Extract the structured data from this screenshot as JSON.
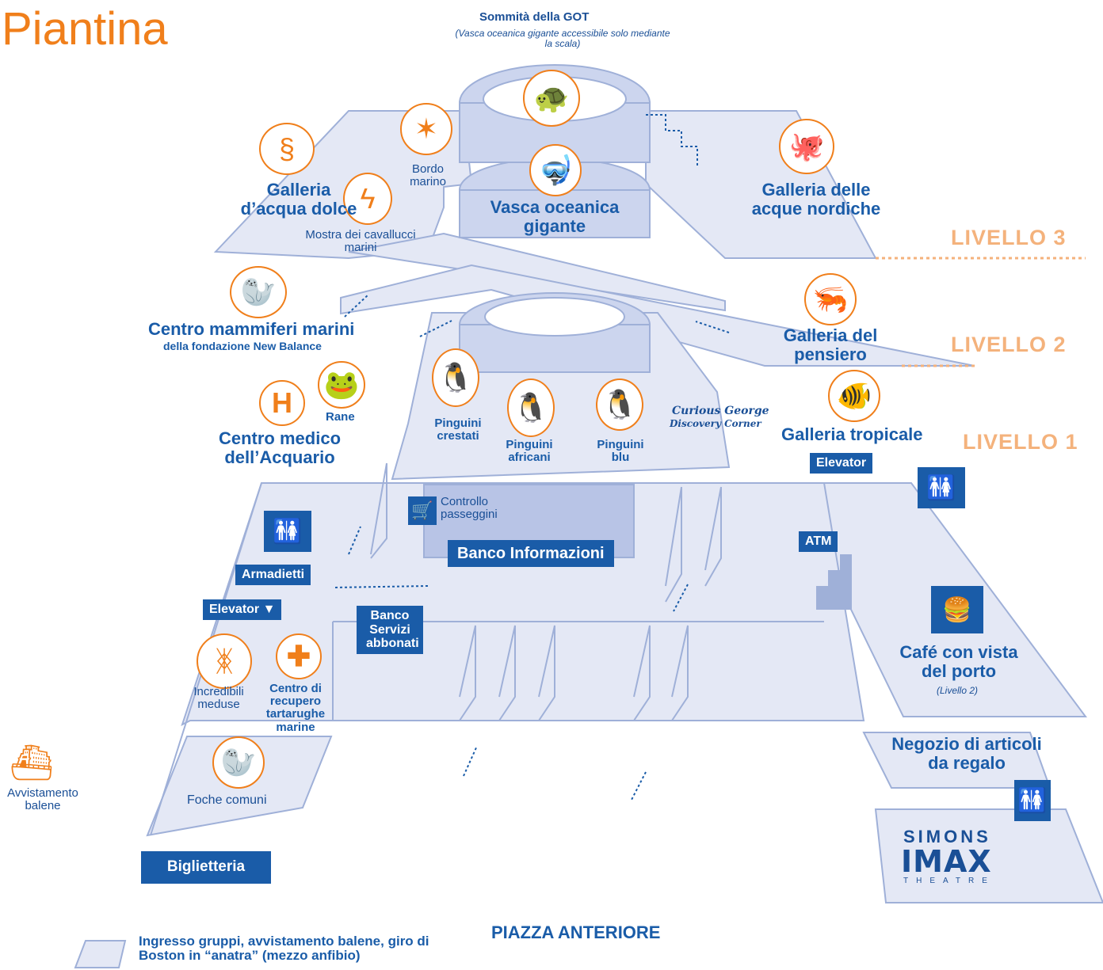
{
  "title": "Piantina",
  "levels": [
    "LIVELLO 3",
    "LIVELLO 2",
    "LIVELLO 1"
  ],
  "labels": {
    "got_top": "Sommità della GOT",
    "got_top_note": "(Vasca oceanica gigante accessibile solo mediante la scala)",
    "bordo_marino": "Bordo marino",
    "galleria_acqua_dolce": "Galleria d’acqua dolce",
    "vasca_oceanica": "Vasca oceanica gigante",
    "galleria_acque_nordiche": "Galleria delle acque nordiche",
    "cavallucci": "Mostra dei cavallucci marini",
    "mammiferi": "Centro mammiferi marini",
    "mammiferi_sub": "della fondazione New Balance",
    "galleria_pensiero": "Galleria del pensiero",
    "rane": "Rane",
    "centro_medico": "Centro medico dell’Acquario",
    "pinguini_crestati": "Pinguini crestati",
    "pinguini_africani": "Pinguini africani",
    "pinguini_blu": "Pinguini blu",
    "curious_george": "Curious George",
    "discovery_corner": "Discovery Corner",
    "galleria_tropicale": "Galleria tropicale",
    "controllo_passeggini": "Controllo passeggini",
    "banco_informazioni": "Banco Informazioni",
    "armadietti": "Armadietti",
    "elevator": "Elevator",
    "elevator_down": "Elevator ▼",
    "atm": "ATM",
    "banco_servizi": "Banco Servizi abbonati",
    "cafe": "Café con vista del porto",
    "cafe_note": "(Livello 2)",
    "meduse": "Incredibili meduse",
    "tartarughe": "Centro di recupero tartarughe marine",
    "negozio": "Negozio di articoli da regalo",
    "avvistamento": "Avvistamento balene",
    "foche": "Foche comuni",
    "biglietteria": "Biglietteria",
    "simons": "SIMONS",
    "imax": "IMAX",
    "theatre": "THEATRE",
    "piazza": "PIAZZA ANTERIORE",
    "legend": "Ingresso gruppi, avvistamento balene, giro di Boston in “anatra” (mezzo anfibio)"
  },
  "icons": {
    "turtle": "turtle-icon",
    "starfish": "starfish-icon",
    "snake": "snake-icon",
    "seahorse": "seahorse-icon",
    "diver": "diver-icon",
    "octopus": "octopus-icon",
    "sea_lion": "sea-lion-icon",
    "frog": "frog-icon",
    "hospital": "hospital-icon",
    "penguin": "penguin-icon",
    "shrimp": "shrimp-icon",
    "lionfish": "lionfish-icon",
    "jellyfish": "jellyfish-icon",
    "turtle_rescue": "turtle-rescue-icon",
    "seal": "seal-icon",
    "boat": "boat-icon",
    "restroom": "restroom-icon",
    "stroller": "stroller-icon",
    "food": "food-icon"
  },
  "colors": {
    "title_orange": "#f07f1b",
    "level_orange": "#f4b27c",
    "label_blue": "#1a5ca8",
    "floor_fill": "#e4e8f5",
    "floor_line": "#9fb0d8"
  }
}
